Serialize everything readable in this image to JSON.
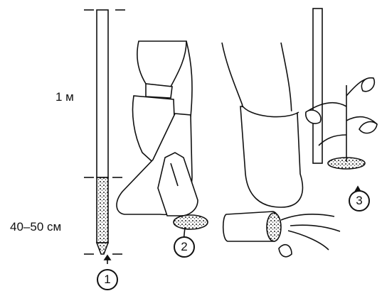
{
  "measurements": {
    "upper_length": "1 м",
    "lower_length": "40–50 см"
  },
  "steps": {
    "stake": "1",
    "digging": "2",
    "planted": "3"
  }
}
